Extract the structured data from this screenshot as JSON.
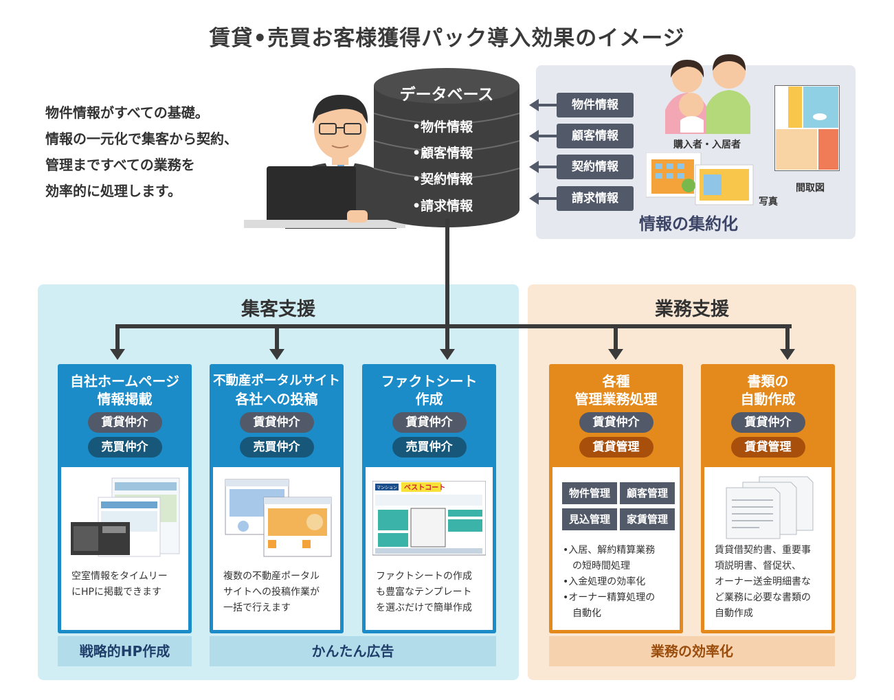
{
  "title": "賃貸•売買お客様獲得パック導入効果のイメージ",
  "intro": [
    "物件情報がすべての基礎。",
    "情報の一元化で集客から契約、",
    "管理まですべての業務を",
    "効率的に処理します。"
  ],
  "database": {
    "label": "データベース",
    "items": [
      "•物件情報",
      "•顧客情報",
      "•契約情報",
      "•請求情報"
    ]
  },
  "info_tags": [
    "物件情報",
    "顧客情報",
    "契約情報",
    "請求情報"
  ],
  "info_labels": {
    "residents": "購入者・入居者",
    "photo": "写真",
    "floorplan": "間取図",
    "collect": "情報の集約化"
  },
  "panels": {
    "left_head": "集客支援",
    "right_head": "業務支援",
    "left_band_1": "戦略的HP作成",
    "left_band_2": "かんたん広告",
    "right_band": "業務の効率化"
  },
  "cards": [
    {
      "title": [
        "自社ホームページ",
        "情報掲載"
      ],
      "pills": [
        "賃貸仲介",
        "売買仲介"
      ],
      "text": [
        "空室情報をタイムリー",
        "にHPに掲載できます"
      ]
    },
    {
      "title": [
        "不動産ポータルサイト",
        "各社への投稿"
      ],
      "pills": [
        "賃貸仲介",
        "売買仲介"
      ],
      "text": [
        "複数の不動産ポータル",
        "サイトへの投稿作業が",
        "一括で行えます"
      ]
    },
    {
      "title": [
        "ファクトシート",
        "作成"
      ],
      "pills": [
        "賃貸仲介",
        "売買仲介"
      ],
      "text": [
        "ファクトシートの作成",
        "も豊富なテンプレート",
        "を選ぶだけで簡単作成"
      ]
    },
    {
      "title": [
        "各種",
        "管理業務処理"
      ],
      "pills": [
        "賃貸仲介",
        "賃貸管理"
      ],
      "tags": [
        "物件管理",
        "顧客管理",
        "見込管理",
        "家賃管理"
      ],
      "text": [
        "•入居、解約精算業務",
        "　の短時間処理",
        "•入金処理の効率化",
        "•オーナー精算処理の",
        "　自動化"
      ]
    },
    {
      "title": [
        "書類の",
        "自動作成"
      ],
      "pills": [
        "賃貸仲介",
        "賃貸管理"
      ],
      "text": [
        "賃貸借契約書、重要事",
        "項説明書、督促状、",
        "オーナー送金明細書な",
        "ど業務に必要な書類の",
        "自動作成"
      ]
    }
  ],
  "factsheet": {
    "tag": "マンション",
    "name": "ベストコート"
  },
  "colors": {
    "blue_card": "#1b8cc8",
    "orange_card": "#e48a1c",
    "db": "#3f3f3f",
    "tag": "#525a6a"
  }
}
